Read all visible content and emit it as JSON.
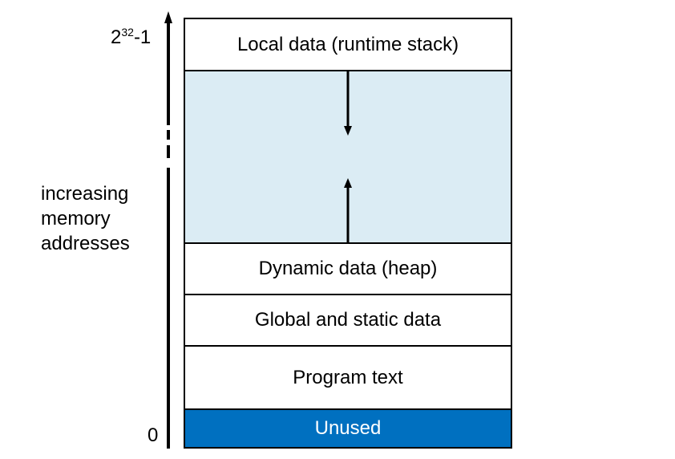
{
  "address_axis": {
    "top_base": "2",
    "top_exponent": "32",
    "top_suffix": "-1",
    "bottom_label": "0",
    "description_lines": [
      "increasing",
      "memory",
      "addresses"
    ]
  },
  "segments": [
    {
      "id": "stack",
      "label": "Local data (runtime stack)"
    },
    {
      "id": "free",
      "label": ""
    },
    {
      "id": "heap",
      "label": "Dynamic data (heap)"
    },
    {
      "id": "global",
      "label": "Global and static data"
    },
    {
      "id": "text",
      "label": "Program text"
    },
    {
      "id": "unused",
      "label": "Unused"
    }
  ],
  "colors": {
    "free_region": "#dbecf4",
    "unused_fill": "#0070c0",
    "unused_text": "#ffffff",
    "line": "#000000"
  }
}
